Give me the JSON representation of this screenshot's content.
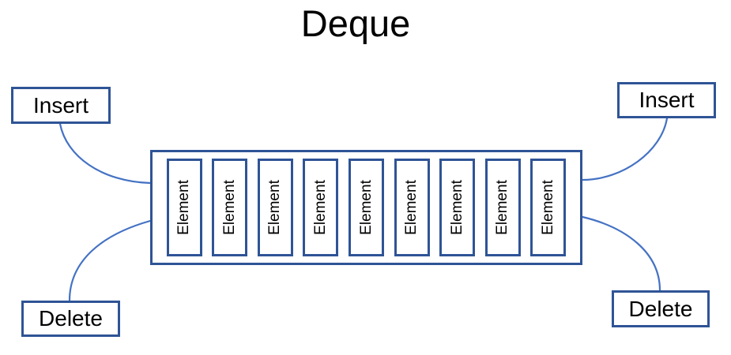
{
  "title": "Deque",
  "colors": {
    "box_border": "#2F5496",
    "connector_line": "#4472C4",
    "text": "#000000",
    "background": "#FFFFFF"
  },
  "labels": {
    "insert_left": "Insert",
    "insert_right": "Insert",
    "delete_left": "Delete",
    "delete_right": "Delete"
  },
  "deque": {
    "elements": [
      "Element",
      "Element",
      "Element",
      "Element",
      "Element",
      "Element",
      "Element",
      "Element",
      "Element"
    ]
  }
}
